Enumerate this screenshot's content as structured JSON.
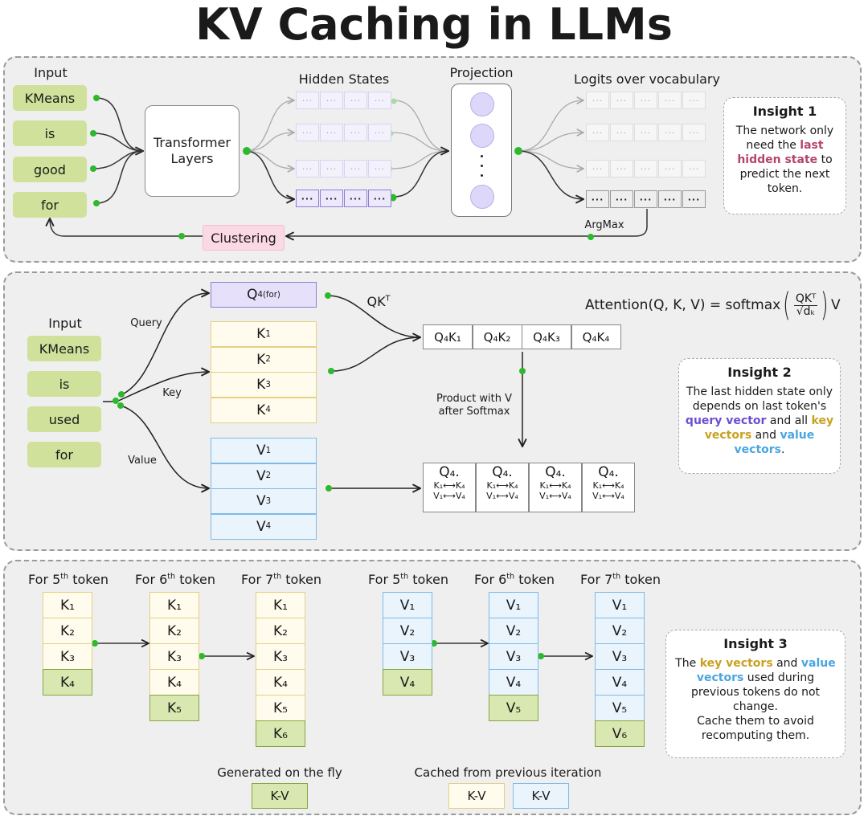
{
  "title": "KV Caching in LLMs",
  "colors": {
    "token_bg": "#cfe19a",
    "dot_green": "#2db82d",
    "key_border": "#e4cf82",
    "value_border": "#7fb9e6",
    "query_border": "#8f7ed6",
    "generated_bg": "#d9e7b0",
    "clustering_bg": "#fbd9e4",
    "highlight_pink": "#b5446e",
    "highlight_purple": "#6b4fd1",
    "highlight_gold": "#c9a020",
    "highlight_blue": "#4aa5e0"
  },
  "panel1": {
    "input_label": "Input",
    "tokens": [
      "KMeans",
      "is",
      "good",
      "for"
    ],
    "transformer_label": "Transformer Layers",
    "hidden_states_label": "Hidden States",
    "hidden_cell_text": "···",
    "projection_label": "Projection",
    "projection_dots": "·\n·\n·",
    "logits_label": "Logits over vocabulary",
    "logit_cell_text": "···",
    "argmax_label": "ArgMax",
    "clustering_label": "Clustering",
    "insight": {
      "title": "Insight 1",
      "pre": "The network only need the ",
      "highlight": "last hidden state",
      "post": " to predict the next token."
    }
  },
  "panel2": {
    "input_label": "Input",
    "tokens": [
      "KMeans",
      "is",
      "used",
      "for"
    ],
    "query_label": "Query",
    "key_label": "Key",
    "value_label": "Value",
    "query_cell": {
      "base": "Q",
      "sub": "4(for)"
    },
    "keys": [
      {
        "base": "K",
        "sub": "1"
      },
      {
        "base": "K",
        "sub": "2"
      },
      {
        "base": "K",
        "sub": "3"
      },
      {
        "base": "K",
        "sub": "4"
      }
    ],
    "values": [
      {
        "base": "V",
        "sub": "1"
      },
      {
        "base": "V",
        "sub": "2"
      },
      {
        "base": "V",
        "sub": "3"
      },
      {
        "base": "V",
        "sub": "4"
      }
    ],
    "qkt_label_base": "QK",
    "qkt_label_sup": "T",
    "qk_cells": [
      "Q₄K₁",
      "Q₄K₂",
      "Q₄K₃",
      "Q₄K₄"
    ],
    "product_label": "Product with V after Softmax",
    "product_cells": [
      {
        "q": "Q₄.",
        "k": "K₁⟷K₄",
        "v": "V₁⟷V₄"
      },
      {
        "q": "Q₄.",
        "k": "K₁⟷K₄",
        "v": "V₁⟷V₄"
      },
      {
        "q": "Q₄.",
        "k": "K₁⟷K₄",
        "v": "V₁⟷V₄"
      },
      {
        "q": "Q₄.",
        "k": "K₁⟷K₄",
        "v": "V₁⟷V₄"
      }
    ],
    "formula": {
      "lhs": "Attention(Q, K, V) = softmax",
      "numerator": "QKᵀ",
      "denominator": "√dₖ",
      "tail": "V"
    },
    "insight": {
      "title": "Insight 2",
      "t1": "The last hidden state only depends on last token's ",
      "h1": "query vector",
      "t2": " and all ",
      "h2": "key vectors",
      "t3": " and ",
      "h3": "value vectors",
      "t4": "."
    }
  },
  "panel3": {
    "key_groups": [
      {
        "label_pre": "For 5",
        "label_sup": "th",
        "label_post": " token",
        "cached": [
          "K₁",
          "K₂",
          "K₃"
        ],
        "generated": "K₄"
      },
      {
        "label_pre": "For 6",
        "label_sup": "th",
        "label_post": " token",
        "cached": [
          "K₁",
          "K₂",
          "K₃",
          "K₄"
        ],
        "generated": "K₅"
      },
      {
        "label_pre": "For 7",
        "label_sup": "th",
        "label_post": " token",
        "cached": [
          "K₁",
          "K₂",
          "K₃",
          "K₄",
          "K₅"
        ],
        "generated": "K₆"
      }
    ],
    "value_groups": [
      {
        "label_pre": "For 5",
        "label_sup": "th",
        "label_post": " token",
        "cached": [
          "V₁",
          "V₂",
          "V₃"
        ],
        "generated": "V₄"
      },
      {
        "label_pre": "For 6",
        "label_sup": "th",
        "label_post": " token",
        "cached": [
          "V₁",
          "V₂",
          "V₃",
          "V₄"
        ],
        "generated": "V₅"
      },
      {
        "label_pre": "For 7",
        "label_sup": "th",
        "label_post": " token",
        "cached": [
          "V₁",
          "V₂",
          "V₃",
          "V₄",
          "V₅"
        ],
        "generated": "V₆"
      }
    ],
    "legend": {
      "generated_label": "Generated on the fly",
      "generated_box": "K-V",
      "cached_label": "Cached from previous iteration",
      "cached_key_box": "K-V",
      "cached_value_box": "K-V"
    },
    "insight": {
      "title": "Insight 3",
      "t1": "The ",
      "h1": "key vectors",
      "t2": " and ",
      "h2": "value vectors",
      "t3": " used during previous tokens do not change.",
      "t4": "Cache them to avoid recomputing them."
    }
  }
}
